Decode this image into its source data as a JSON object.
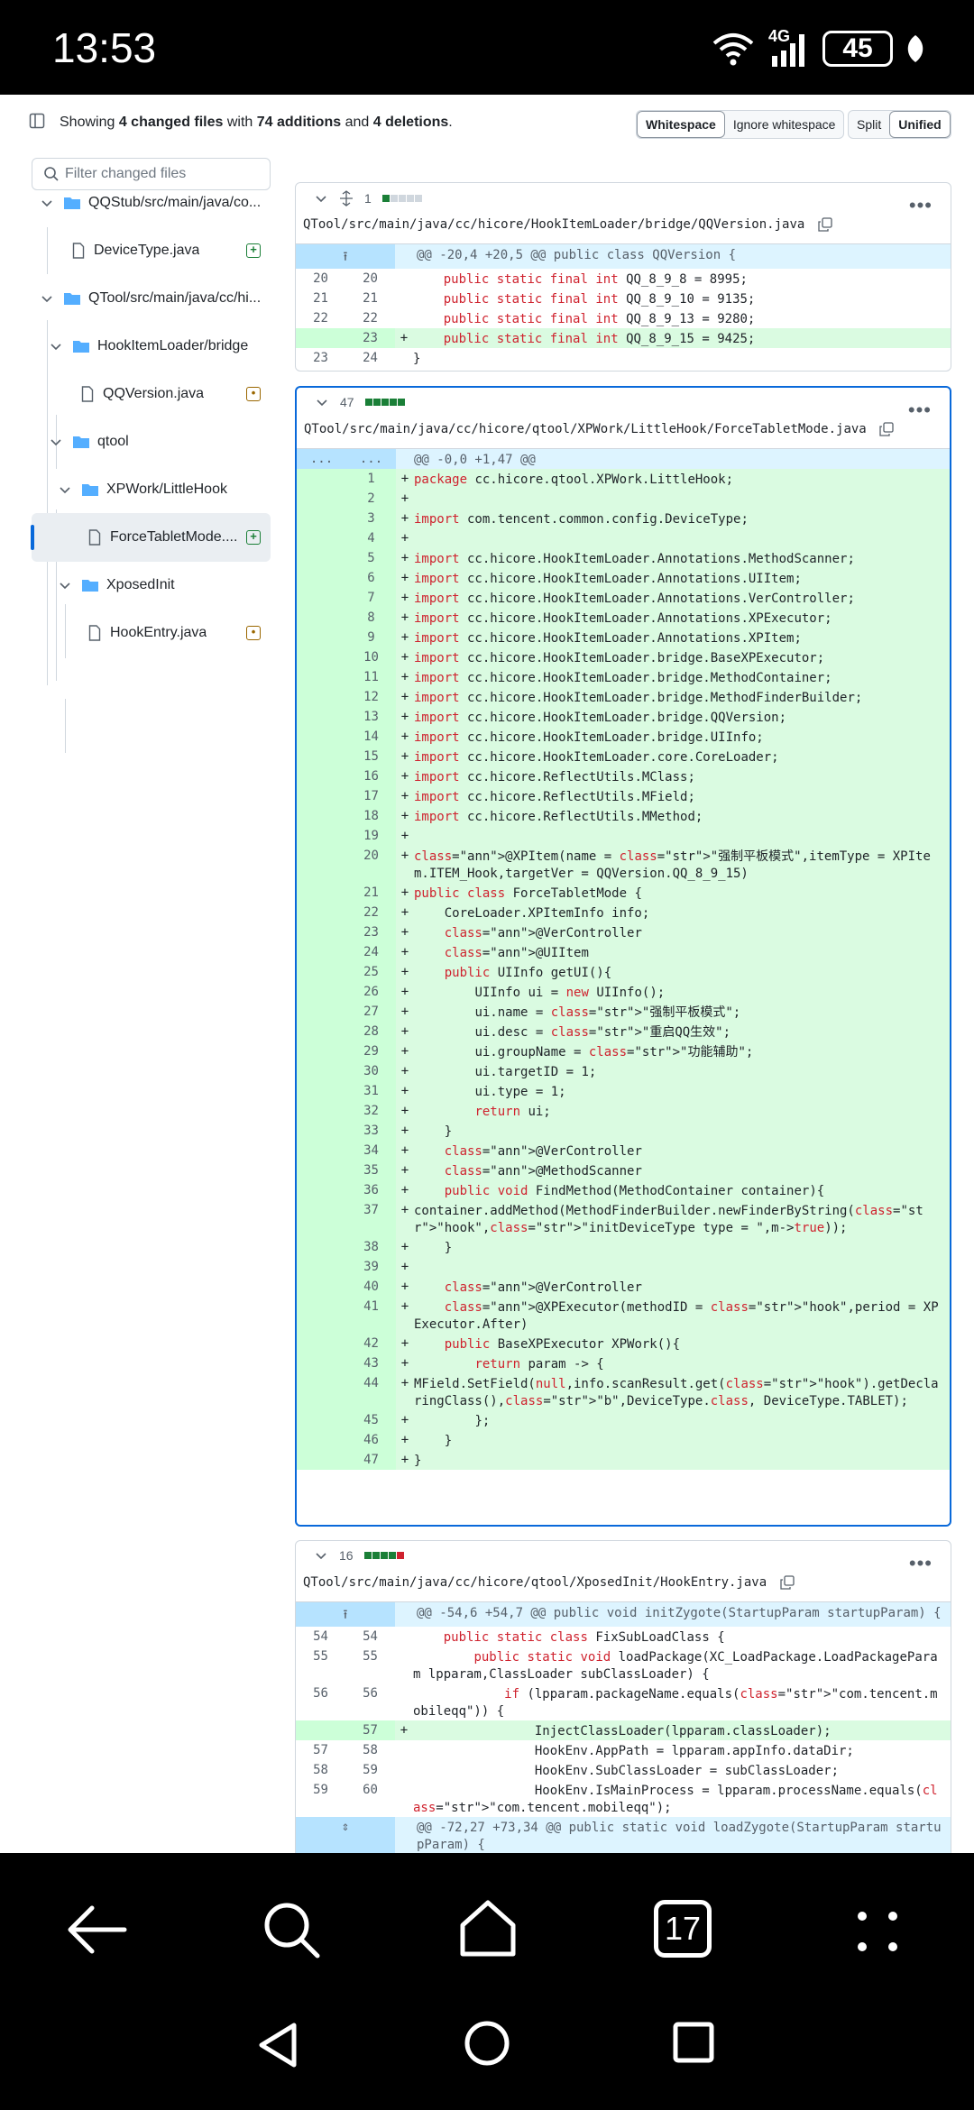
{
  "status": {
    "time": "13:53",
    "battery": "45",
    "network": "4G"
  },
  "summary": {
    "prefix": "Showing ",
    "files": "4 changed files",
    "mid1": " with ",
    "adds": "74 additions",
    "mid2": " and ",
    "dels": "4 deletions",
    "suffix": "."
  },
  "toolbar": {
    "whitespace": "Whitespace",
    "ignore_whitespace": "Ignore whitespace",
    "split": "Split",
    "unified": "Unified"
  },
  "sidebar": {
    "filter_placeholder": "Filter changed files",
    "items": [
      {
        "label": "QQStub/src/main/java/co..."
      },
      {
        "label": "DeviceType.java"
      },
      {
        "label": "QTool/src/main/java/cc/hi..."
      },
      {
        "label": "HookItemLoader/bridge"
      },
      {
        "label": "QQVersion.java"
      },
      {
        "label": "qtool"
      },
      {
        "label": "XPWork/LittleHook"
      },
      {
        "label": "ForceTabletMode...."
      },
      {
        "label": "XposedInit"
      },
      {
        "label": "HookEntry.java"
      }
    ]
  },
  "panel1": {
    "count": "1",
    "path": "QTool/src/main/java/cc/hicore/HookItemLoader/bridge/QQVersion.java",
    "hunk": "@@ -20,4 +20,5 @@ public class QQVersion {",
    "lines": [
      {
        "o": "20",
        "n": "20",
        "s": "",
        "c": "    public static final int QQ_8_9_8 = 8995;"
      },
      {
        "o": "21",
        "n": "21",
        "s": "",
        "c": "    public static final int QQ_8_9_10 = 9135;"
      },
      {
        "o": "22",
        "n": "22",
        "s": "",
        "c": "    public static final int QQ_8_9_13 = 9280;"
      },
      {
        "o": "",
        "n": "23",
        "s": "+",
        "c": "    public static final int QQ_8_9_15 = 9425;"
      },
      {
        "o": "23",
        "n": "24",
        "s": "",
        "c": "}"
      }
    ]
  },
  "panel2": {
    "count": "47",
    "path": "QTool/src/main/java/cc/hicore/qtool/XPWork/LittleHook/ForceTabletMode.java",
    "hunk_o": "...",
    "hunk_n": "...",
    "hunk": "@@ -0,0 +1,47 @@",
    "lines": [
      "package cc.hicore.qtool.XPWork.LittleHook;",
      "",
      "import com.tencent.common.config.DeviceType;",
      "",
      "import cc.hicore.HookItemLoader.Annotations.MethodScanner;",
      "import cc.hicore.HookItemLoader.Annotations.UIItem;",
      "import cc.hicore.HookItemLoader.Annotations.VerController;",
      "import cc.hicore.HookItemLoader.Annotations.XPExecutor;",
      "import cc.hicore.HookItemLoader.Annotations.XPItem;",
      "import cc.hicore.HookItemLoader.bridge.BaseXPExecutor;",
      "import cc.hicore.HookItemLoader.bridge.MethodContainer;",
      "import cc.hicore.HookItemLoader.bridge.MethodFinderBuilder;",
      "import cc.hicore.HookItemLoader.bridge.QQVersion;",
      "import cc.hicore.HookItemLoader.bridge.UIInfo;",
      "import cc.hicore.HookItemLoader.core.CoreLoader;",
      "import cc.hicore.ReflectUtils.MClass;",
      "import cc.hicore.ReflectUtils.MField;",
      "import cc.hicore.ReflectUtils.MMethod;",
      "",
      "@XPItem(name = \"强制平板模式\",itemType = XPItem.ITEM_Hook,targetVer = QQVersion.QQ_8_9_15)",
      "public class ForceTabletMode {",
      "    CoreLoader.XPItemInfo info;",
      "    @VerController",
      "    @UIItem",
      "    public UIInfo getUI(){",
      "        UIInfo ui = new UIInfo();",
      "        ui.name = \"强制平板模式\";",
      "        ui.desc = \"重启QQ生效\";",
      "        ui.groupName = \"功能辅助\";",
      "        ui.targetID = 1;",
      "        ui.type = 1;",
      "        return ui;",
      "    }",
      "    @VerController",
      "    @MethodScanner",
      "    public void FindMethod(MethodContainer container){",
      "container.addMethod(MethodFinderBuilder.newFinderByString(\"hook\",\"initDeviceType type = \",m->true));",
      "    }",
      "",
      "    @VerController",
      "    @XPExecutor(methodID = \"hook\",period = XPExecutor.After)",
      "    public BaseXPExecutor XPWork(){",
      "        return param -> {",
      "MField.SetField(null,info.scanResult.get(\"hook\").getDeclaringClass(),\"b\",DeviceType.class, DeviceType.TABLET);",
      "        };",
      "    }",
      "}"
    ]
  },
  "panel3": {
    "count": "16",
    "path": "QTool/src/main/java/cc/hicore/qtool/XposedInit/HookEntry.java",
    "hunk": "@@ -54,6 +54,7 @@ public void initZygote(StartupParam startupParam) {",
    "lines": [
      {
        "o": "54",
        "n": "54",
        "s": "",
        "c": "    public static class FixSubLoadClass {"
      },
      {
        "o": "55",
        "n": "55",
        "s": "",
        "c": "        public static void loadPackage(XC_LoadPackage.LoadPackageParam lpparam,ClassLoader subClassLoader) {"
      },
      {
        "o": "56",
        "n": "56",
        "s": "",
        "c": "            if (lpparam.packageName.equals(\"com.tencent.mobileqq\")) {"
      },
      {
        "o": "",
        "n": "57",
        "s": "+",
        "c": "                InjectClassLoader(lpparam.classLoader);"
      },
      {
        "o": "57",
        "n": "58",
        "s": "",
        "c": "                HookEnv.AppPath = lpparam.appInfo.dataDir;"
      },
      {
        "o": "58",
        "n": "59",
        "s": "",
        "c": "                HookEnv.SubClassLoader = subClassLoader;"
      },
      {
        "o": "59",
        "n": "60",
        "s": "",
        "c": "                HookEnv.IsMainProcess = lpparam.processName.equals(\"com.tencent.mobileqq\");"
      }
    ],
    "hunk2": "@@ -72,27 +73,34 @@ public static void loadZygote(StartupParam startupParam) {"
  },
  "nav": {
    "tabs_count": "17"
  },
  "colors": {
    "accent": "#0969da",
    "add_bg": "#dafbe1",
    "hunk_bg": "#ddf4ff"
  }
}
